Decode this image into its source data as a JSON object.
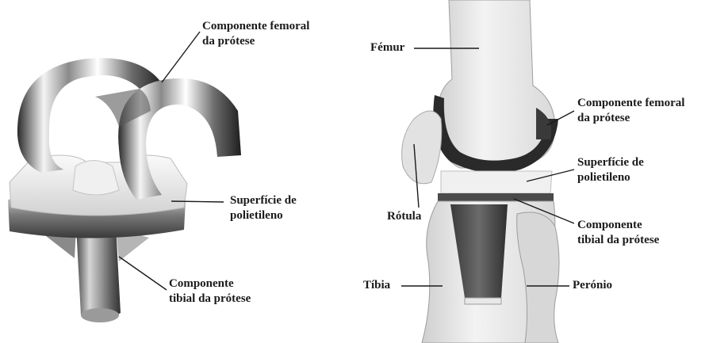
{
  "left_panel": {
    "femoral_line1": "Componente femoral",
    "femoral_line2": "da prótese",
    "poly_line1": "Superfície de",
    "poly_line2": "polietileno",
    "tibial_line1": "Componente",
    "tibial_line2": "tibial da prótese"
  },
  "right_panel": {
    "femur": "Fémur",
    "femoral_line1": "Componente femoral",
    "femoral_line2": "da prótese",
    "poly_line1": "Superfície de",
    "poly_line2": "polietileno",
    "rotula": "Rótula",
    "tibial_line1": "Componente",
    "tibial_line2": "tibial da prótese",
    "tibia": "Tíbia",
    "peronio": "Perónio"
  }
}
